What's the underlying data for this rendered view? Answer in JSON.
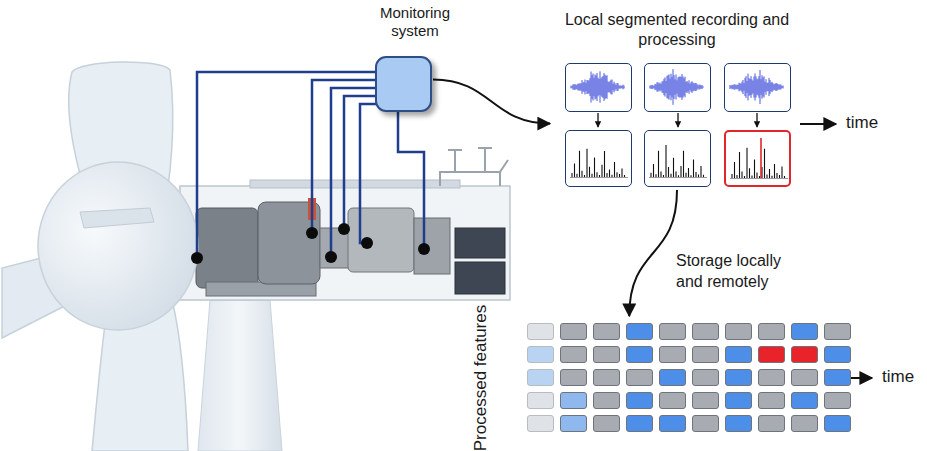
{
  "diagram": {
    "nodes": [
      {
        "text": [
          "Monitoring system"
        ]
      },
      {
        "text": [
          "Local segmented recording and processing"
        ]
      },
      {
        "text": [
          "Processed features"
        ]
      }
    ],
    "edges": [
      {
        "from": 0,
        "to": 1,
        "arrow": "to"
      },
      {
        "from": 1,
        "to": 2,
        "arrow": "to",
        "label": "Storage locally and remotely"
      }
    ],
    "labels": [
      "time",
      "time"
    ]
  }
}
